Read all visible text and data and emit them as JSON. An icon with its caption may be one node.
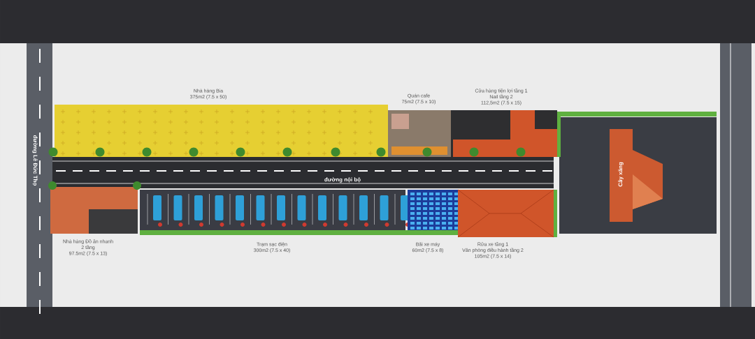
{
  "diagram": {
    "nodes": [
      {
        "text": [
          "đường Lê Đức Thọ"
        ]
      },
      {
        "text": [
          "Nhà hàng Bia",
          "375m2 (7.5 x 50)"
        ]
      },
      {
        "text": [
          "Quán cafe",
          "75m2 (7.5 x 10)"
        ]
      },
      {
        "text": [
          "Cửa hàng tiện lợi tầng 1",
          "Nail tầng 2",
          "112,5m2 (7.5 x 15)"
        ]
      },
      {
        "text": [
          "Cây xăng"
        ]
      },
      {
        "text": [
          "đường nội bộ"
        ]
      },
      {
        "text": [
          "Nhà hàng Đồ ăn nhanh",
          "2 tầng",
          "97.5m2 (7.5 x 13)"
        ]
      },
      {
        "text": [
          "Trạm sạc điện",
          "300m2 (7.5 x 40)"
        ]
      },
      {
        "text": [
          "Bãi xe máy",
          "60m2 (7.5 x 8)"
        ]
      },
      {
        "text": [
          "Rửa xe tầng 1",
          "Văn phòng điều hành tầng 2",
          "105m2 (7.5 x 14)"
        ]
      }
    ]
  }
}
